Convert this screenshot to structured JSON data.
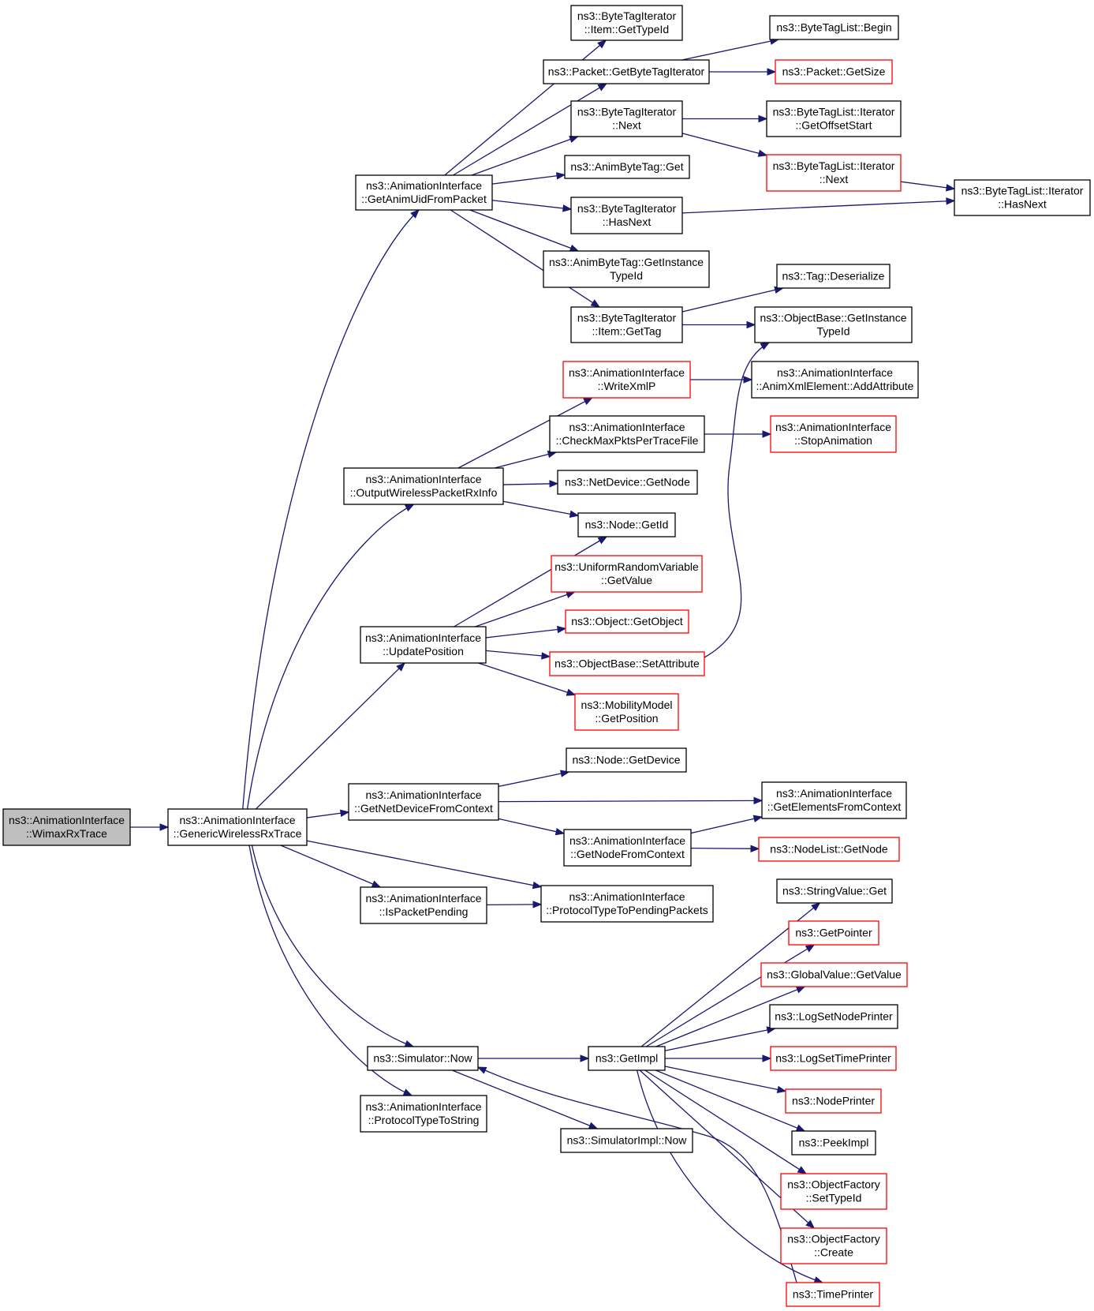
{
  "nodes": [
    {
      "id": "root",
      "lines": [
        "ns3::AnimationInterface",
        "::WimaxRxTrace"
      ],
      "style": "root"
    },
    {
      "id": "gwrt",
      "lines": [
        "ns3::AnimationInterface",
        "::GenericWirelessRxTrace"
      ],
      "style": "normal"
    },
    {
      "id": "gaufp",
      "lines": [
        "ns3::AnimationInterface",
        "::GetAnimUidFromPacket"
      ],
      "style": "normal"
    },
    {
      "id": "bti_gettypeid",
      "lines": [
        "ns3::ByteTagIterator",
        "::Item::GetTypeId"
      ],
      "style": "normal"
    },
    {
      "id": "pkt_gbti",
      "lines": [
        "ns3::Packet::GetByteTagIterator"
      ],
      "style": "normal"
    },
    {
      "id": "btl_begin",
      "lines": [
        "ns3::ByteTagList::Begin"
      ],
      "style": "normal"
    },
    {
      "id": "pkt_getsize",
      "lines": [
        "ns3::Packet::GetSize"
      ],
      "style": "red"
    },
    {
      "id": "bti_next",
      "lines": [
        "ns3::ByteTagIterator",
        "::Next"
      ],
      "style": "normal"
    },
    {
      "id": "btli_gos",
      "lines": [
        "ns3::ByteTagList::Iterator",
        "::GetOffsetStart"
      ],
      "style": "normal"
    },
    {
      "id": "btli_next",
      "lines": [
        "ns3::ByteTagList::Iterator",
        "::Next"
      ],
      "style": "red"
    },
    {
      "id": "btli_hasnext",
      "lines": [
        "ns3::ByteTagList::Iterator",
        "::HasNext"
      ],
      "style": "normal"
    },
    {
      "id": "abt_get",
      "lines": [
        "ns3::AnimByteTag::Get"
      ],
      "style": "normal"
    },
    {
      "id": "bti_hasnext",
      "lines": [
        "ns3::ByteTagIterator",
        "::HasNext"
      ],
      "style": "normal"
    },
    {
      "id": "abt_giti",
      "lines": [
        "ns3::AnimByteTag::GetInstance",
        "TypeId"
      ],
      "style": "normal"
    },
    {
      "id": "tag_deser",
      "lines": [
        "ns3::Tag::Deserialize"
      ],
      "style": "normal"
    },
    {
      "id": "bti_gettag",
      "lines": [
        "ns3::ByteTagIterator",
        "::Item::GetTag"
      ],
      "style": "normal"
    },
    {
      "id": "ob_giti",
      "lines": [
        "ns3::ObjectBase::GetInstance",
        "TypeId"
      ],
      "style": "normal"
    },
    {
      "id": "ai_wxip",
      "lines": [
        "ns3::AnimationInterface",
        "::WriteXmlP"
      ],
      "style": "red"
    },
    {
      "id": "axe_addattr",
      "lines": [
        "ns3::AnimationInterface",
        "::AnimXmlElement::AddAttribute"
      ],
      "style": "normal"
    },
    {
      "id": "owpri",
      "lines": [
        "ns3::AnimationInterface",
        "::OutputWirelessPacketRxInfo"
      ],
      "style": "normal"
    },
    {
      "id": "cmpptf",
      "lines": [
        "ns3::AnimationInterface",
        "::CheckMaxPktsPerTraceFile"
      ],
      "style": "normal"
    },
    {
      "id": "stopanim",
      "lines": [
        "ns3::AnimationInterface",
        "::StopAnimation"
      ],
      "style": "red"
    },
    {
      "id": "nd_getnode",
      "lines": [
        "ns3::NetDevice::GetNode"
      ],
      "style": "normal"
    },
    {
      "id": "node_getid",
      "lines": [
        "ns3::Node::GetId"
      ],
      "style": "normal"
    },
    {
      "id": "urv_getvalue",
      "lines": [
        "ns3::UniformRandomVariable",
        "::GetValue"
      ],
      "style": "red"
    },
    {
      "id": "updpos",
      "lines": [
        "ns3::AnimationInterface",
        "::UpdatePosition"
      ],
      "style": "normal"
    },
    {
      "id": "obj_getobj",
      "lines": [
        "ns3::Object::GetObject"
      ],
      "style": "red"
    },
    {
      "id": "ob_setattr",
      "lines": [
        "ns3::ObjectBase::SetAttribute"
      ],
      "style": "red"
    },
    {
      "id": "mm_getpos",
      "lines": [
        "ns3::MobilityModel",
        "::GetPosition"
      ],
      "style": "red"
    },
    {
      "id": "node_getdev",
      "lines": [
        "ns3::Node::GetDevice"
      ],
      "style": "normal"
    },
    {
      "id": "gndfc",
      "lines": [
        "ns3::AnimationInterface",
        "::GetNetDeviceFromContext"
      ],
      "style": "normal"
    },
    {
      "id": "gefc",
      "lines": [
        "ns3::AnimationInterface",
        "::GetElementsFromContext"
      ],
      "style": "normal"
    },
    {
      "id": "gnfc",
      "lines": [
        "ns3::AnimationInterface",
        "::GetNodeFromContext"
      ],
      "style": "normal"
    },
    {
      "id": "nl_getnode",
      "lines": [
        "ns3::NodeList::GetNode"
      ],
      "style": "red"
    },
    {
      "id": "ispktpend",
      "lines": [
        "ns3::AnimationInterface",
        "::IsPacketPending"
      ],
      "style": "normal"
    },
    {
      "id": "pttpp",
      "lines": [
        "ns3::AnimationInterface",
        "::ProtocolTypeToPendingPackets"
      ],
      "style": "normal"
    },
    {
      "id": "sv_get",
      "lines": [
        "ns3::StringValue::Get"
      ],
      "style": "normal"
    },
    {
      "id": "getpointer",
      "lines": [
        "ns3::GetPointer"
      ],
      "style": "red"
    },
    {
      "id": "gv_getvalue",
      "lines": [
        "ns3::GlobalValue::GetValue"
      ],
      "style": "red"
    },
    {
      "id": "lsnp",
      "lines": [
        "ns3::LogSetNodePrinter"
      ],
      "style": "normal"
    },
    {
      "id": "sim_now",
      "lines": [
        "ns3::Simulator::Now"
      ],
      "style": "normal"
    },
    {
      "id": "getimpl",
      "lines": [
        "ns3::GetImpl"
      ],
      "style": "normal"
    },
    {
      "id": "lstp",
      "lines": [
        "ns3::LogSetTimePrinter"
      ],
      "style": "red"
    },
    {
      "id": "nodeprinter",
      "lines": [
        "ns3::NodePrinter"
      ],
      "style": "red"
    },
    {
      "id": "peekimpl",
      "lines": [
        "ns3::PeekImpl"
      ],
      "style": "normal"
    },
    {
      "id": "pttstr",
      "lines": [
        "ns3::AnimationInterface",
        "::ProtocolTypeToString"
      ],
      "style": "normal"
    },
    {
      "id": "simimpl_now",
      "lines": [
        "ns3::SimulatorImpl::Now"
      ],
      "style": "normal"
    },
    {
      "id": "of_settypeid",
      "lines": [
        "ns3::ObjectFactory",
        "::SetTypeId"
      ],
      "style": "red"
    },
    {
      "id": "of_create",
      "lines": [
        "ns3::ObjectFactory",
        "::Create"
      ],
      "style": "red"
    },
    {
      "id": "timeprinter",
      "lines": [
        "ns3::TimePrinter"
      ],
      "style": "red"
    }
  ],
  "edges": [
    [
      "root",
      "gwrt"
    ],
    [
      "gwrt",
      "gaufp"
    ],
    [
      "gwrt",
      "owpri"
    ],
    [
      "gwrt",
      "updpos"
    ],
    [
      "gwrt",
      "gndfc"
    ],
    [
      "gwrt",
      "pttpp"
    ],
    [
      "gwrt",
      "ispktpend"
    ],
    [
      "gwrt",
      "sim_now"
    ],
    [
      "gwrt",
      "pttstr"
    ],
    [
      "gaufp",
      "bti_gettypeid"
    ],
    [
      "gaufp",
      "pkt_gbti"
    ],
    [
      "gaufp",
      "bti_next"
    ],
    [
      "gaufp",
      "abt_get"
    ],
    [
      "gaufp",
      "bti_hasnext"
    ],
    [
      "gaufp",
      "abt_giti"
    ],
    [
      "gaufp",
      "bti_gettag"
    ],
    [
      "pkt_gbti",
      "btl_begin"
    ],
    [
      "pkt_gbti",
      "pkt_getsize"
    ],
    [
      "bti_next",
      "btli_gos"
    ],
    [
      "bti_next",
      "btli_next"
    ],
    [
      "btli_next",
      "btli_hasnext"
    ],
    [
      "bti_hasnext",
      "btli_hasnext"
    ],
    [
      "bti_gettag",
      "tag_deser"
    ],
    [
      "bti_gettag",
      "ob_giti"
    ],
    [
      "owpri",
      "ai_wxip"
    ],
    [
      "owpri",
      "cmpptf"
    ],
    [
      "owpri",
      "nd_getnode"
    ],
    [
      "owpri",
      "node_getid"
    ],
    [
      "ai_wxip",
      "axe_addattr"
    ],
    [
      "cmpptf",
      "stopanim"
    ],
    [
      "updpos",
      "node_getid"
    ],
    [
      "updpos",
      "urv_getvalue"
    ],
    [
      "updpos",
      "obj_getobj"
    ],
    [
      "updpos",
      "ob_setattr"
    ],
    [
      "updpos",
      "mm_getpos"
    ],
    [
      "ob_setattr",
      "ob_giti"
    ],
    [
      "gndfc",
      "node_getdev"
    ],
    [
      "gndfc",
      "gefc"
    ],
    [
      "gndfc",
      "gnfc"
    ],
    [
      "gnfc",
      "gefc"
    ],
    [
      "gnfc",
      "nl_getnode"
    ],
    [
      "ispktpend",
      "pttpp"
    ],
    [
      "sim_now",
      "getimpl"
    ],
    [
      "sim_now",
      "simimpl_now"
    ],
    [
      "getimpl",
      "sv_get"
    ],
    [
      "getimpl",
      "getpointer"
    ],
    [
      "getimpl",
      "gv_getvalue"
    ],
    [
      "getimpl",
      "lsnp"
    ],
    [
      "getimpl",
      "lstp"
    ],
    [
      "getimpl",
      "nodeprinter"
    ],
    [
      "getimpl",
      "peekimpl"
    ],
    [
      "getimpl",
      "of_settypeid"
    ],
    [
      "getimpl",
      "of_create"
    ],
    [
      "getimpl",
      "timeprinter"
    ],
    [
      "timeprinter",
      "sim_now"
    ]
  ]
}
